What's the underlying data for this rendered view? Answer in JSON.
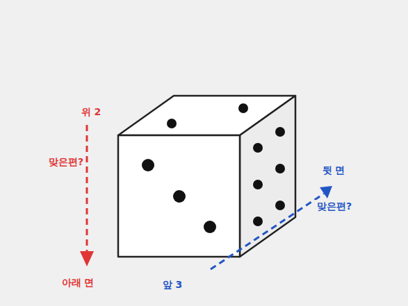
{
  "diagram": {
    "labels": [
      "위 2",
      "맞은편?",
      "아래 면",
      "앞 3",
      "맞은편?",
      "뒷 면"
    ]
  }
}
